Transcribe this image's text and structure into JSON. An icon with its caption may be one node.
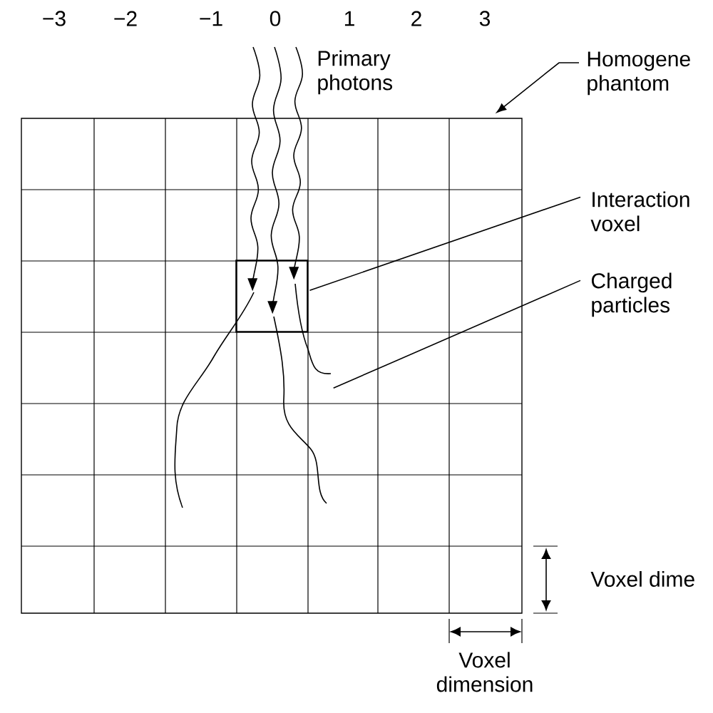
{
  "diagram": {
    "nodes": [
      {
        "text": [],
        "shape": "box"
      },
      {
        "text": [
          "Homogene phantom"
        ]
      },
      {
        "text": [
          "Interaction voxel"
        ]
      },
      {
        "text": [],
        "shape": "box",
        "in": 0
      },
      {
        "text": [
          "Charged particles"
        ]
      },
      {
        "text": [],
        "shape": "line",
        "in": 0
      }
    ],
    "edges": [
      {
        "from": 1,
        "to": 0,
        "arrow": "to"
      },
      {
        "from": 2,
        "to": 3,
        "arrow": "none"
      },
      {
        "from": 4,
        "to": 5,
        "arrow": "none"
      },
      {
        "from": null,
        "to": 3,
        "arrow": "to"
      },
      {
        "from": null,
        "to": 3,
        "arrow": "to"
      },
      {
        "from": null,
        "to": 3,
        "arrow": "to"
      }
    ],
    "labels": [
      "−3",
      "−2",
      "−1",
      "0",
      "1",
      "2",
      "3",
      "Primary photons",
      "Voxel dime",
      "Voxel dimension"
    ]
  }
}
